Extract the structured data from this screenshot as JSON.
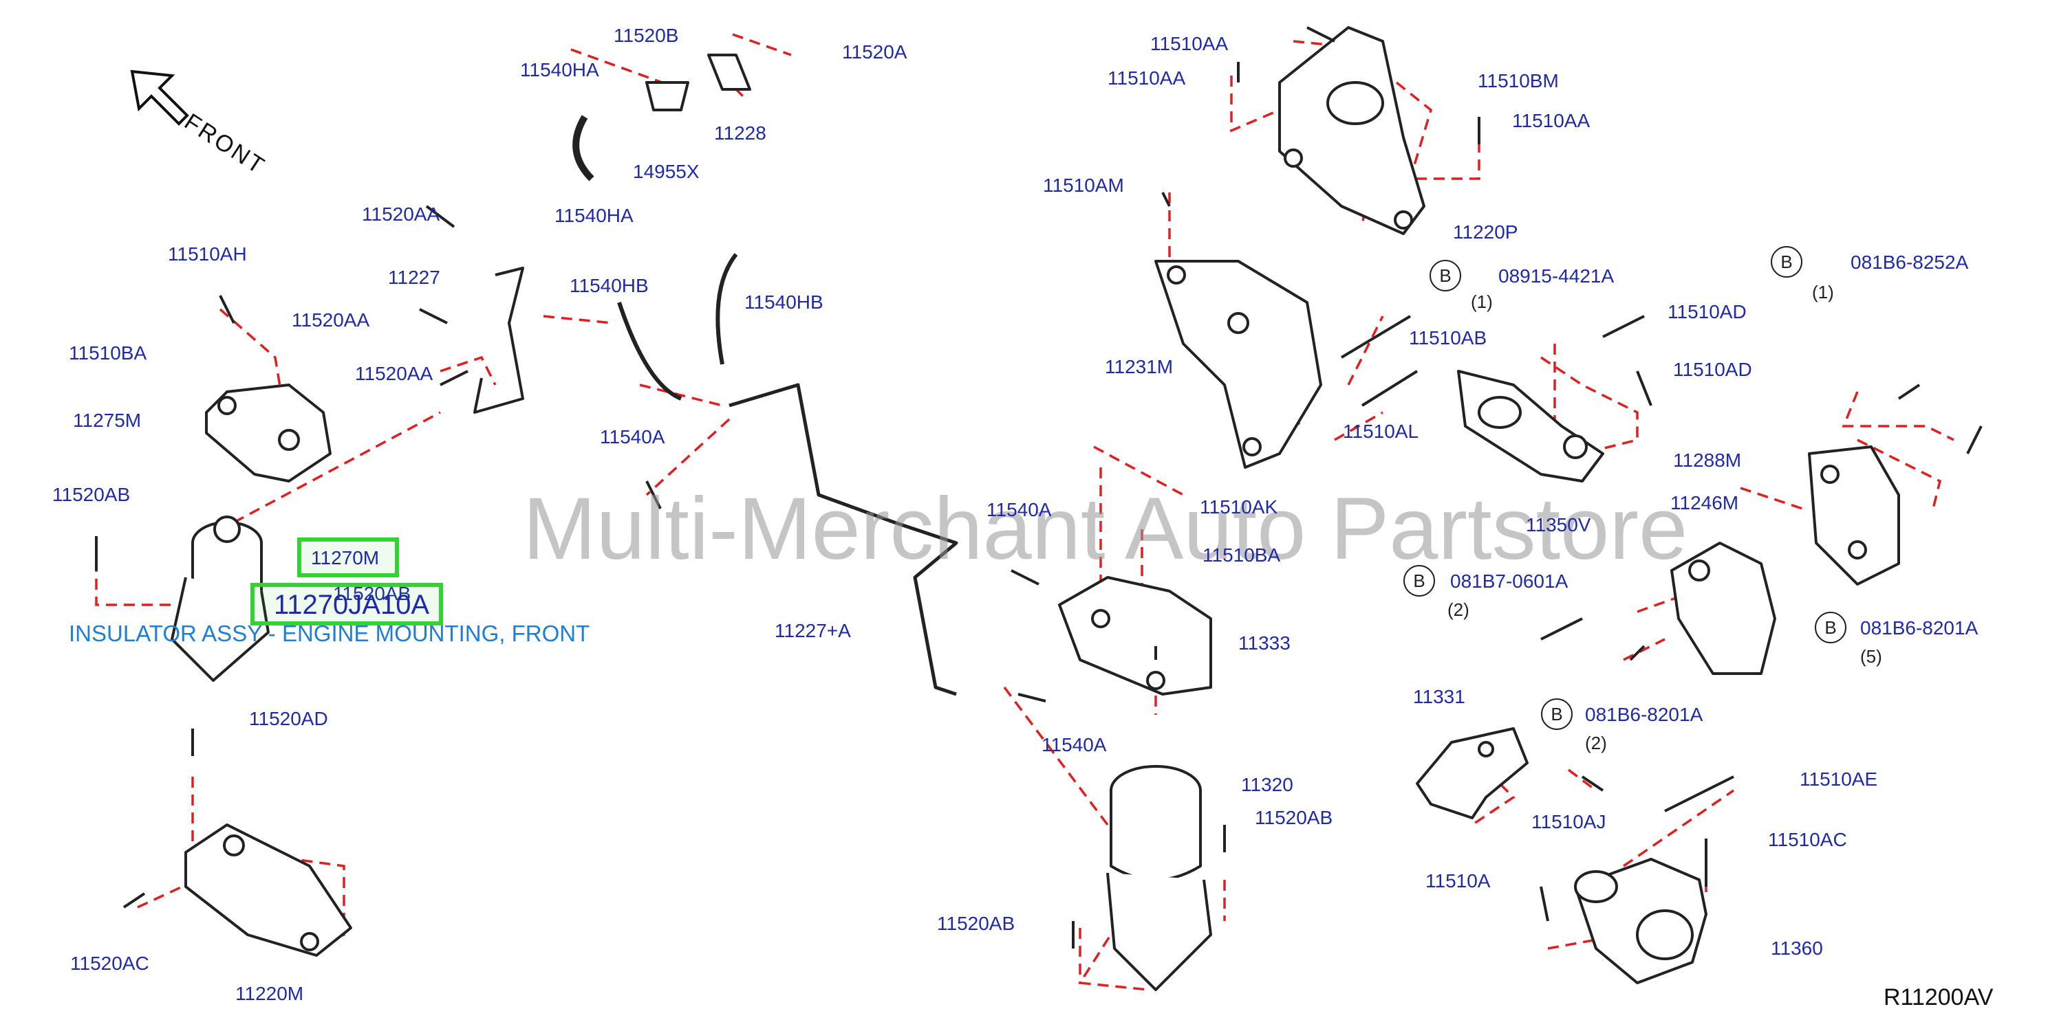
{
  "diagram": {
    "drawing_code": "R11200AV",
    "watermark": "Multi-Merchant Auto Partstore",
    "front_label": "FRONT",
    "bolt_symbol": "B",
    "highlight_primary": "11270M",
    "highlight_secondary": "11270JA10A",
    "tooltip": "INSULATOR ASSY - ENGINE MOUNTING, FRONT",
    "colors": {
      "callout": "#1f2aa8",
      "highlight": "#35d235",
      "leader_dashed": "#e02020",
      "tooltip": "#1e7fd6"
    },
    "callouts": [
      "11520B",
      "11520A",
      "11540HA",
      "11228",
      "14955X",
      "11540HA",
      "11510AA",
      "11510AA",
      "11510BM",
      "11510AA",
      "11510AM",
      "11220P",
      "11520AA",
      "11510AH",
      "11227",
      "11540HB",
      "11540HB",
      "11520AA",
      "11510BA",
      "11520AA",
      "11275M",
      "11540A",
      "11231M",
      "11510AB",
      "11510AL",
      "08915-4421A",
      "11510AD",
      "11510AD",
      "081B6-8252A",
      "11350V",
      "11288M",
      "11520AB",
      "11540A",
      "11510AK",
      "11246M",
      "11510BA",
      "11520AB",
      "081B7-0601A",
      "081B6-8201A",
      "11227+A",
      "11333",
      "11540A",
      "11331",
      "081B6-8201A",
      "11520AD",
      "11320",
      "11520AB",
      "11510AE",
      "11510AJ",
      "11510AC",
      "11510A",
      "11520AC",
      "11520AB",
      "11360",
      "11220M"
    ],
    "quantities": [
      "(1)",
      "(1)",
      "(2)",
      "(5)",
      "(2)"
    ]
  }
}
